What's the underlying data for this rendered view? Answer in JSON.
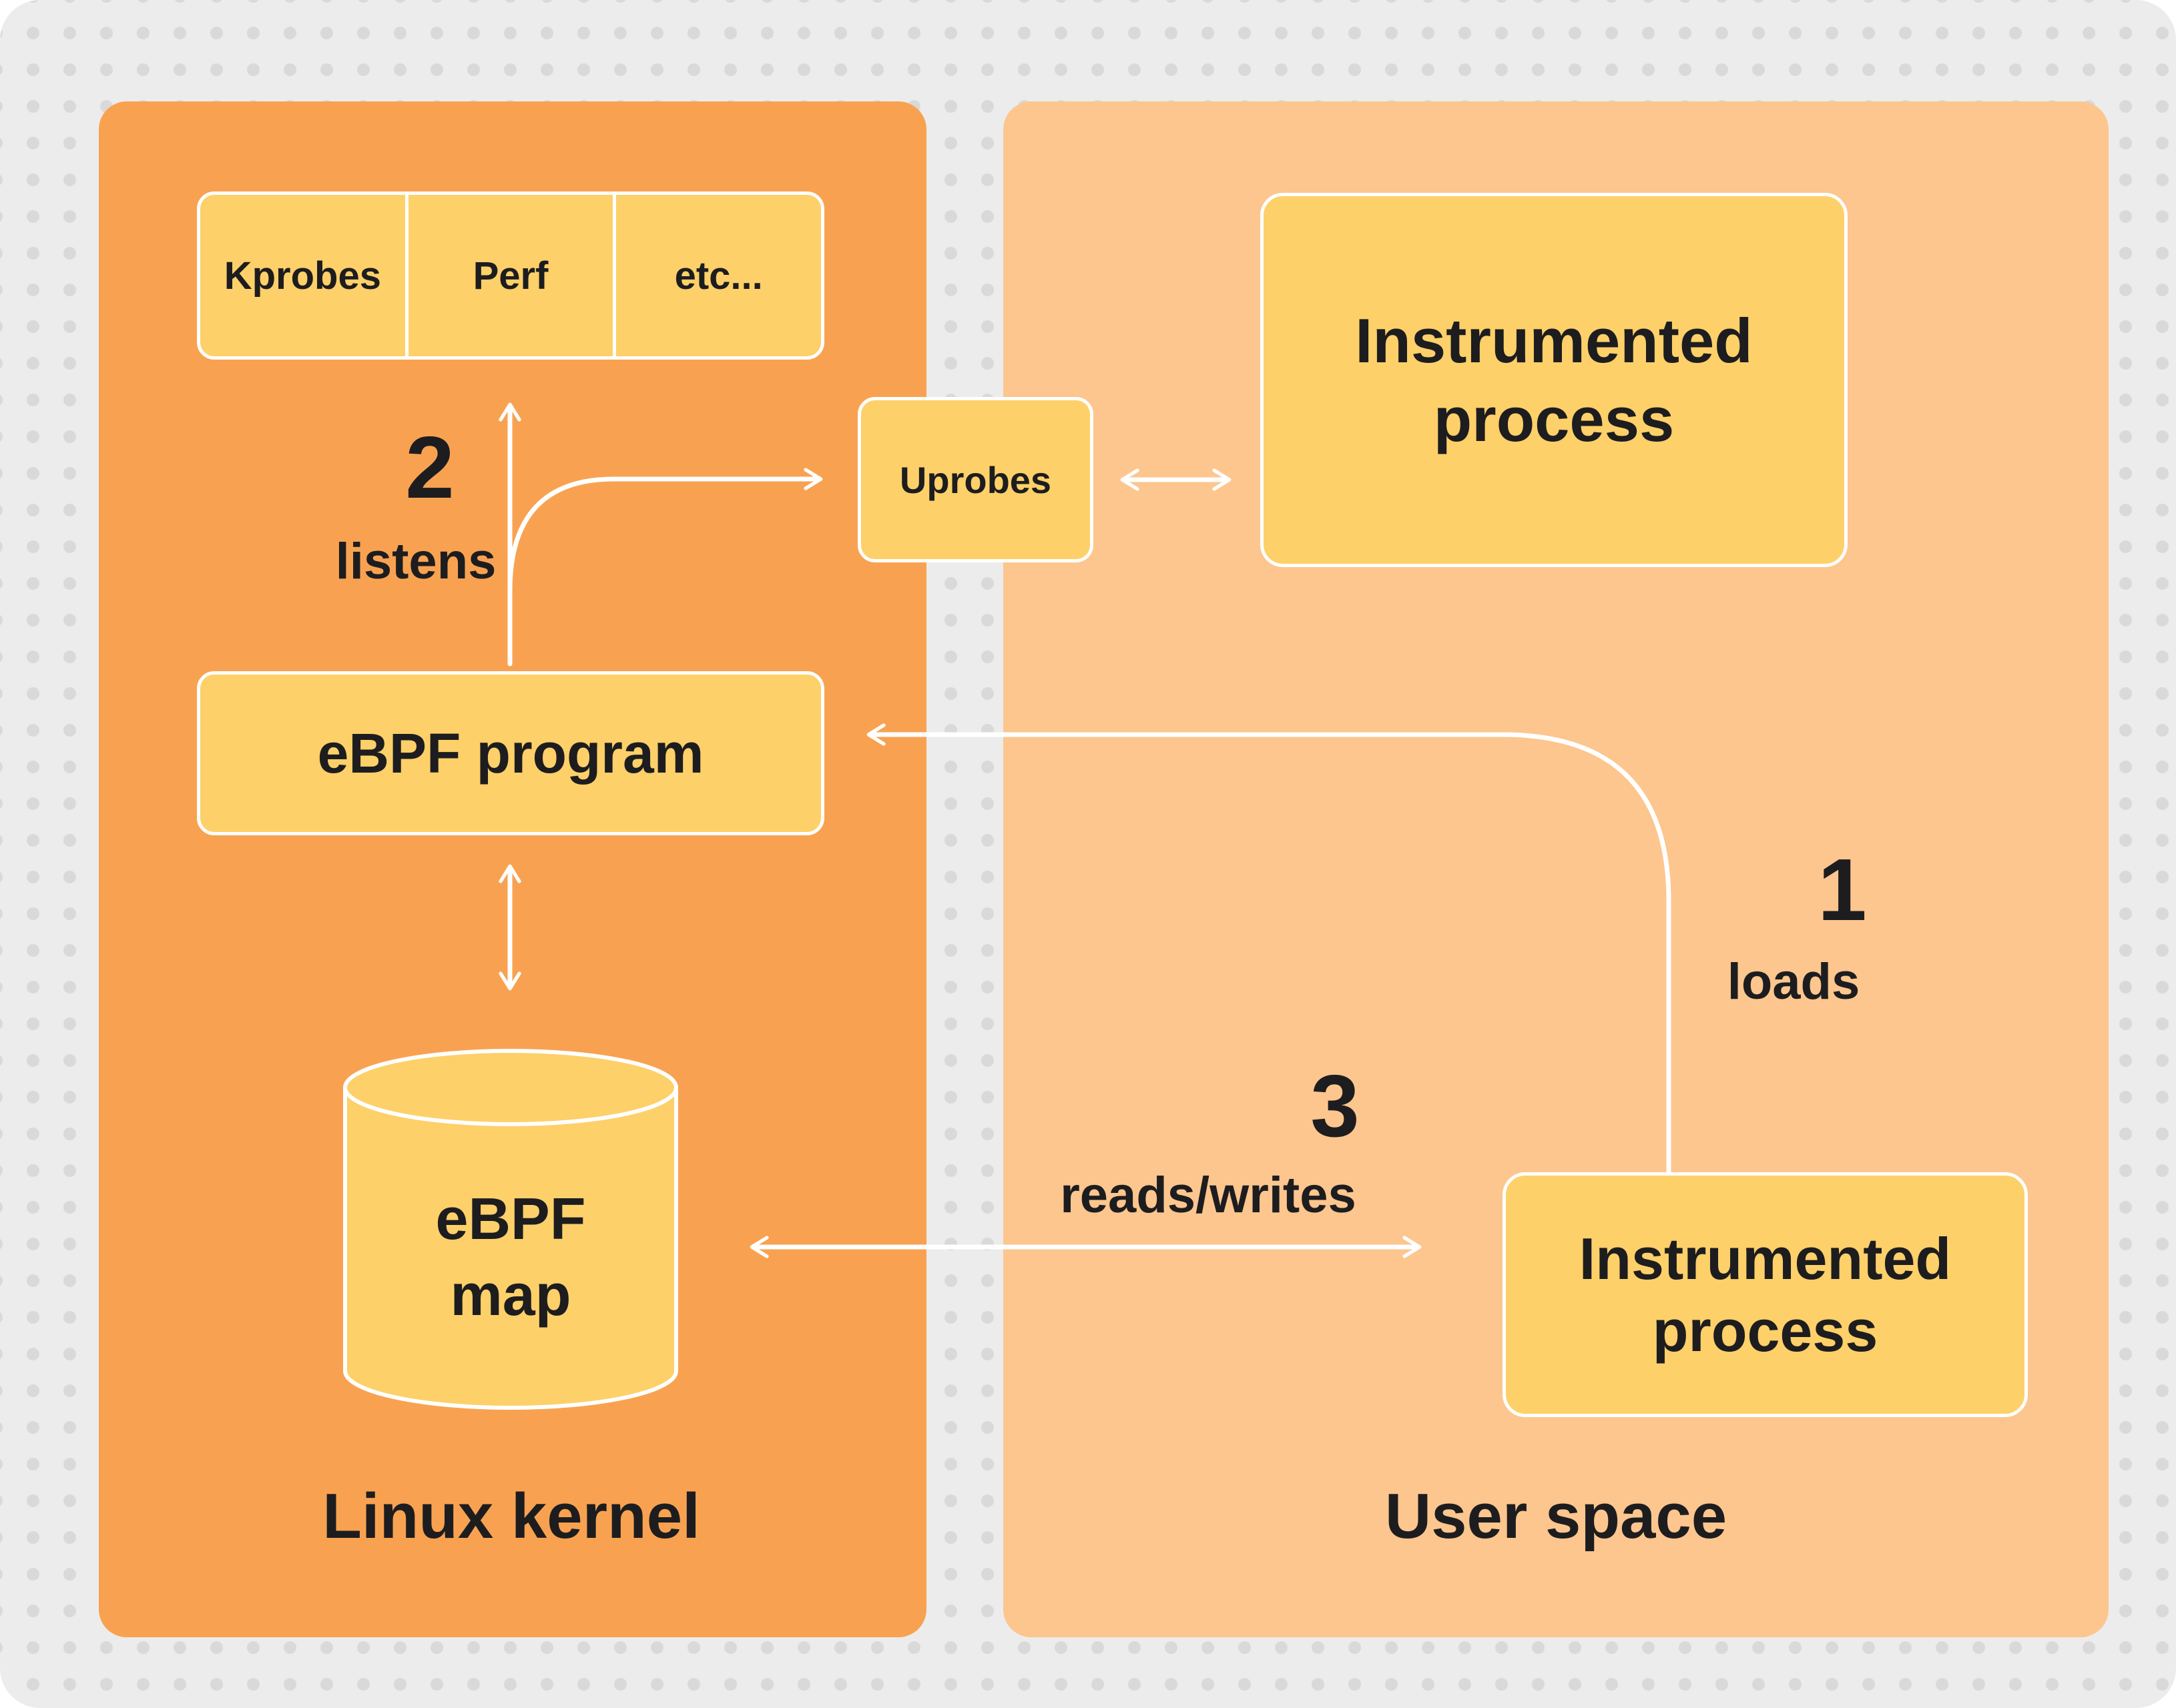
{
  "colors": {
    "page_background": "#ececec",
    "dot_grid": "#d9d9d9",
    "kernel_panel": "#f8a251",
    "user_panel": "#fcc68e",
    "node_fill": "#fdd069",
    "node_outline": "#ffffff",
    "arrow": "#ffffff",
    "text": "#1d1d1f"
  },
  "kernel": {
    "label": "Linux kernel",
    "probes": [
      "Kprobes",
      "Perf",
      "etc..."
    ],
    "program_label": "eBPF program",
    "map_line1": "eBPF",
    "map_line2": "map"
  },
  "user": {
    "label": "User space",
    "process_top": "Instrumented process",
    "process_bottom": "Instrumented process"
  },
  "uprobes_label": "Uprobes",
  "steps": {
    "one_number": "1",
    "one_label": "loads",
    "two_number": "2",
    "two_label": "listens",
    "three_number": "3",
    "three_label": "reads/writes"
  }
}
